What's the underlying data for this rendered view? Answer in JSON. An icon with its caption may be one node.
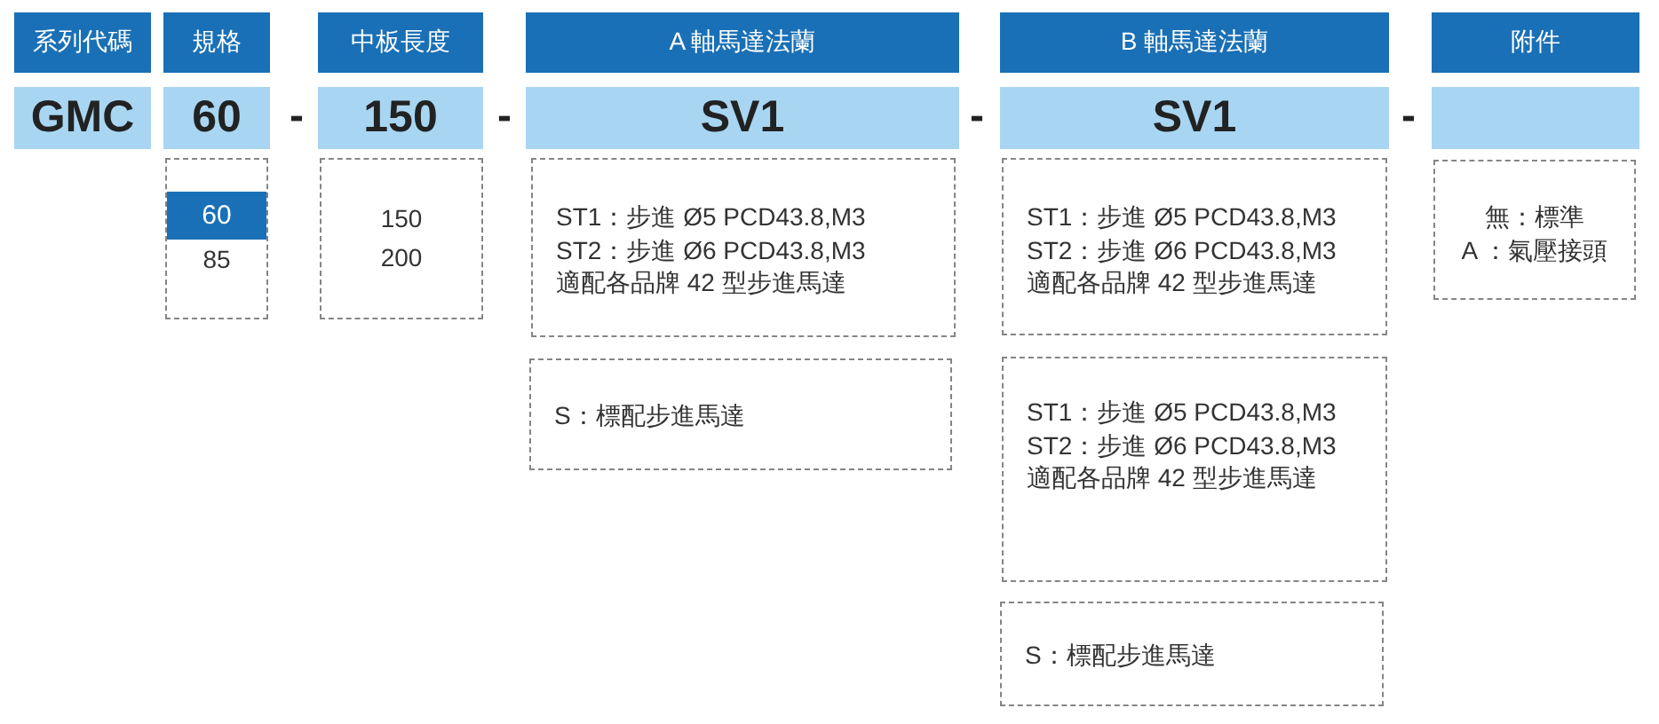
{
  "diagram": {
    "nodes": [
      {
        "text": [
          "系列代碼"
        ]
      },
      {
        "text": [
          "規格"
        ]
      },
      {
        "text": [
          "中板長度"
        ]
      },
      {
        "text": [
          "A 軸馬達法蘭"
        ]
      },
      {
        "text": [
          "B 軸馬達法蘭"
        ]
      },
      {
        "text": [
          "附件"
        ]
      },
      {
        "text": [
          "GMC"
        ]
      },
      {
        "text": [
          "60"
        ]
      },
      {
        "text": [
          "150"
        ]
      },
      {
        "text": [
          "SV1"
        ]
      },
      {
        "text": [
          "SV1"
        ]
      },
      {
        "text": [],
        "shape": "box"
      },
      {
        "text": [
          "85"
        ]
      },
      {
        "text": [
          "60"
        ],
        "in": 12
      },
      {
        "text": [
          "150",
          "200"
        ]
      },
      {
        "text": [
          "ST1：步進 Ø5 PCD43.8,M3",
          "ST2：步進 Ø6 PCD43.8,M3",
          "適配各品牌 42 型步進馬達"
        ]
      },
      {
        "text": [
          "ST1：步進 Ø5 PCD43.8,M3",
          "ST2：步進 Ø6 PCD43.8,M3",
          "適配各品牌 42 型步進馬達"
        ]
      },
      {
        "text": [
          "無：標準",
          "A ：氣壓接頭"
        ]
      },
      {
        "text": [
          "S：標配步進馬達"
        ]
      },
      {
        "text": [
          "ST1：步進 Ø5 PCD43.8,M3",
          "ST2：步進 Ø6 PCD43.8,M3",
          "適配各品牌 42 型步進馬達"
        ]
      },
      {
        "text": [
          "S：標配步進馬達"
        ]
      }
    ],
    "labels": [
      "-",
      "-",
      "-",
      "-"
    ]
  }
}
